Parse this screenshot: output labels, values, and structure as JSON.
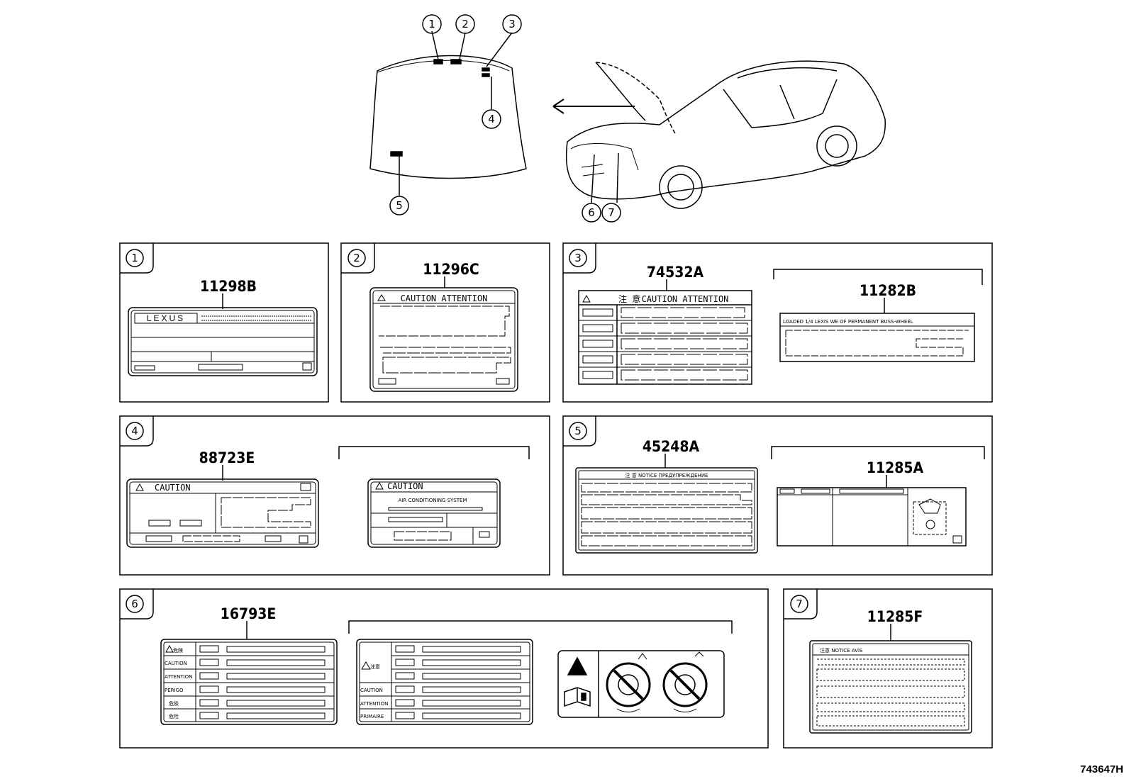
{
  "callouts": [
    "1",
    "2",
    "3",
    "4",
    "5",
    "6",
    "7"
  ],
  "panels": [
    {
      "number": "1",
      "part": "11298B",
      "label_text": "LEXUS"
    },
    {
      "number": "2",
      "part": "11296C",
      "label_text": "CAUTION ATTENTION"
    },
    {
      "number": "3",
      "part": "74532A",
      "label_text": "CAUTION ATTENTION",
      "label_text_jp": "注 意",
      "alt_part": "11282B",
      "alt_text": "LOADED 1/4 LEXIS WE OF PERMANENT BUSS-WHEEL"
    },
    {
      "number": "4",
      "part": "88723E",
      "label_text": "CAUTION",
      "alt_label_text": "CAUTION",
      "alt_text": "AIR CONDITIONING SYSTEM"
    },
    {
      "number": "5",
      "part": "45248A",
      "label_text": "注 意 NOTICE ПРЕДУПРЕЖДЕНИЕ",
      "alt_part": "11285A"
    },
    {
      "number": "6",
      "part": "16793E",
      "rows_left": [
        "危険",
        "CAUTION",
        "ATTENTION",
        "PERIGO",
        "危險",
        "危险"
      ],
      "rows_mid": [
        "注意",
        "CAUTION",
        "ATTENTION",
        "PRIMAIRE"
      ]
    },
    {
      "number": "7",
      "part": "11285F",
      "label_text": "注意 NOTICE AVIS"
    }
  ],
  "diagram_id": "743647H",
  "icons": [
    "warning-triangle-icon",
    "manual-info-icon",
    "no-hand-fan-icon",
    "no-hand-belt-icon",
    "lexus-logo",
    "ac-engine-diagram-icon"
  ]
}
